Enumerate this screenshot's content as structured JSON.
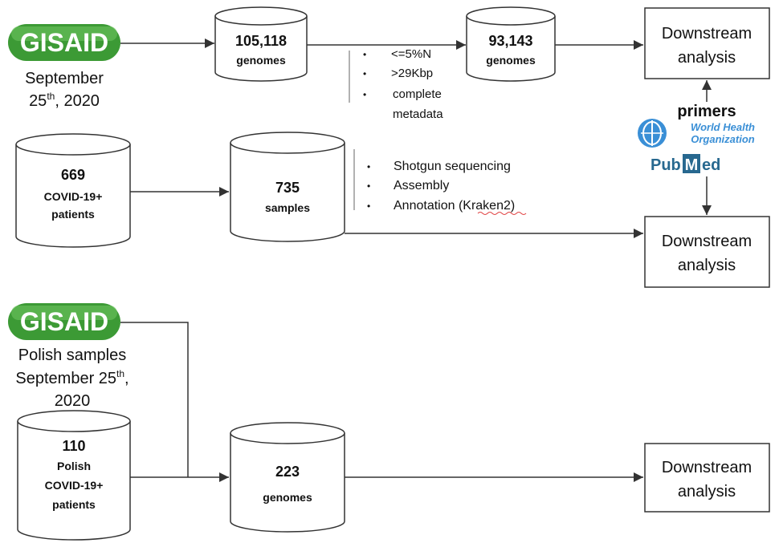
{
  "logos": {
    "gisaid": "GISAID",
    "who_line1": "World Health",
    "who_line2": "Organization",
    "pubmed_a": "Pub",
    "pubmed_b": "M",
    "pubmed_c": "ed"
  },
  "colors": {
    "gisaid_green": "#3c9a35",
    "who_blue": "#3a8fd6",
    "pubmed_blue": "#27688f",
    "line": "#333333"
  },
  "row1": {
    "source_date_1": "September",
    "source_date_2a": "25",
    "source_date_2sup": "th",
    "source_date_2b": ", 2020",
    "db1_value": "105,118",
    "db1_unit": "genomes",
    "filters": [
      "<=5%N",
      ">29Kbp",
      "complete",
      "metadata"
    ],
    "db2_value": "93,143",
    "db2_unit": "genomes",
    "box": [
      "Downstream",
      "analysis"
    ]
  },
  "middle": {
    "primers": "primers"
  },
  "row2": {
    "db1_value": "669",
    "db1_line1": "COVID-19+",
    "db1_line2": "patients",
    "db2_value": "735",
    "db2_unit": "samples",
    "steps": [
      "Shotgun sequencing",
      "Assembly",
      "Annotation (Kraken2)"
    ],
    "box": [
      "Downstream",
      "analysis"
    ]
  },
  "row3": {
    "source_line1": "Polish samples",
    "source_line2a": "September 25",
    "source_line2sup": "th",
    "source_line2b": ",",
    "source_line3": "2020",
    "db1_value": "110",
    "db1_line1": "Polish",
    "db1_line2": "COVID-19+",
    "db1_line3": "patients",
    "db2_value": "223",
    "db2_unit": "genomes",
    "box": [
      "Downstream",
      "analysis"
    ]
  }
}
